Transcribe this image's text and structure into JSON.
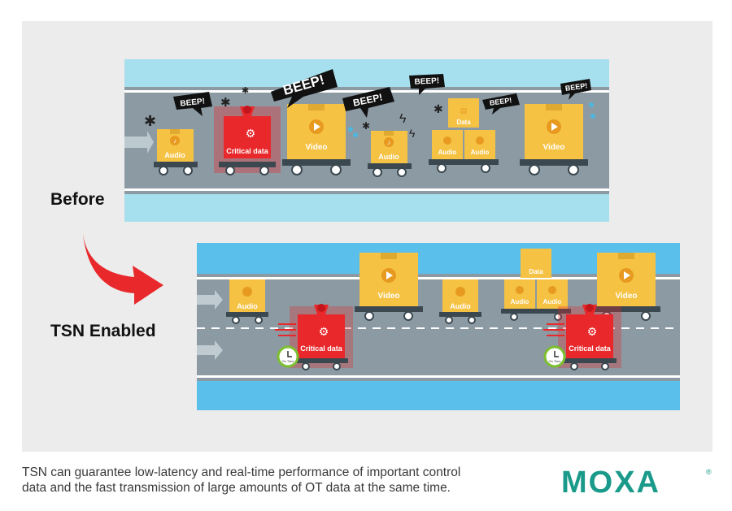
{
  "labels": {
    "before": "Before",
    "tsn": "TSN Enabled"
  },
  "before_scene": {
    "beeps": [
      "BEEP!",
      "BEEP!",
      "BEEP!",
      "BEEP!",
      "BEEP!",
      "BEEP!"
    ],
    "boxes": {
      "audio": "Audio",
      "critical": "Critical data",
      "video": "Video",
      "data": "Data"
    }
  },
  "tsn_scene": {
    "boxes": {
      "audio": "Audio",
      "critical": "Critical data",
      "video": "Video",
      "data": "Data"
    },
    "badge": "On Time"
  },
  "caption": {
    "line1": "TSN can guarantee low-latency and real-time performance of important control",
    "line2": "data and the fast transmission of large amounts of OT data at the same time."
  },
  "brand": {
    "name": "MOXA",
    "mark": "®",
    "color": "#1a9a8a"
  },
  "colors": {
    "road": "#8c9aa3",
    "sky_before": "#a6e0ef",
    "sky_tsn": "#5bbfec",
    "box": "#f5c243",
    "critical": "#e8282b",
    "arrow": "#e8282b"
  }
}
